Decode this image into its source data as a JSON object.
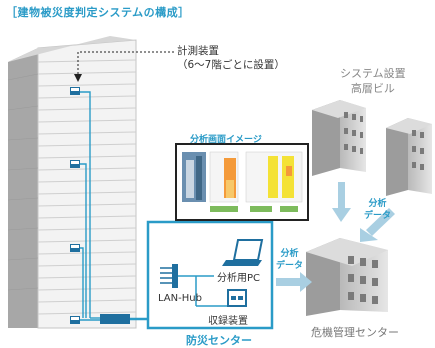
{
  "title": "［建物被災度判定システムの構成］",
  "labels": {
    "measure_line1": "計測装置",
    "measure_line2": "（6〜7階ごとに設置）",
    "highrise_line1": "システム設置",
    "highrise_line2": "高層ビル",
    "analysis_image": "分析画面イメージ",
    "data_right_1": "分析",
    "data_right_2": "データ",
    "data_mid_1": "分析",
    "data_mid_2": "データ",
    "analysis_pc": "分析用PC",
    "lan_hub": "LAN-Hub",
    "recorder": "収録装置",
    "disaster_center": "防災センター",
    "crisis_center": "危機管理センター"
  },
  "colors": {
    "accent": "#2a9bc7",
    "building": "#c9c9c9",
    "arrow": "#a9cfe2"
  }
}
